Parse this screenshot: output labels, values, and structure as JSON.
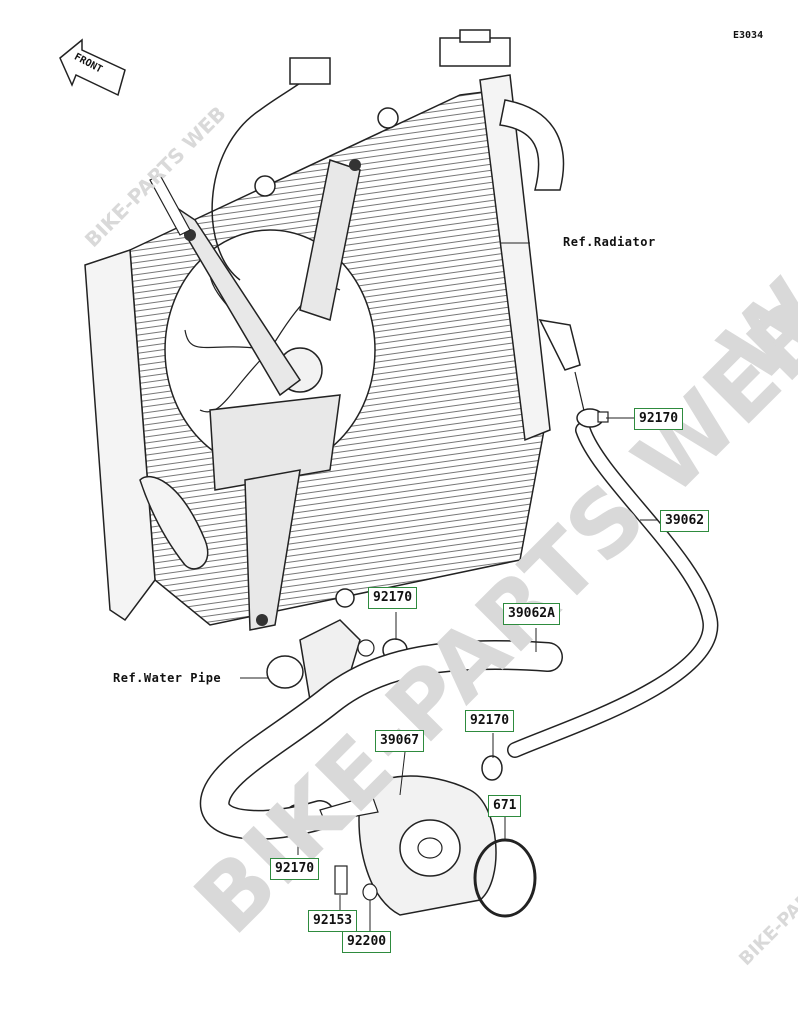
{
  "diagram_code": "E3034",
  "front_arrow_label": "FRONT",
  "watermarks": {
    "main": "BIKE-PARTS WEB",
    "top_left": "BIKE-PARTS WEB",
    "top_right": "W",
    "bottom_right": "BIKE-PARTS WEB"
  },
  "references": {
    "radiator": "Ref.Radiator",
    "water_pipe": "Ref.Water Pipe"
  },
  "part_numbers": {
    "clamp_upper_right": "92170",
    "hose_right": "39062",
    "clamp_mid": "92170",
    "hose_mid": "39062A",
    "clamp_lower_right": "92170",
    "oil_cooler": "39067",
    "o_ring": "671",
    "clamp_lower_left": "92170",
    "bolt": "92153",
    "washer": "92200"
  },
  "colors": {
    "callout_border": "#2e8b3e",
    "line": "#222222",
    "watermark": "#d9d9d9"
  }
}
